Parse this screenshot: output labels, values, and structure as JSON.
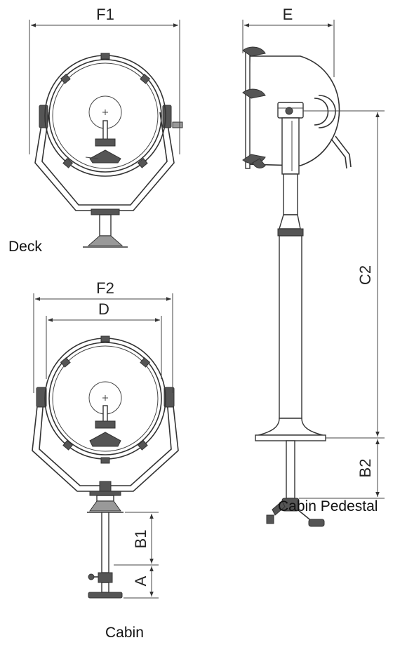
{
  "dimensions": {
    "F1": "F1",
    "E": "E",
    "F2": "F2",
    "D": "D",
    "C2": "C2",
    "B2": "B2",
    "B1": "B1",
    "A": "A"
  },
  "captions": {
    "deck": "Deck",
    "cabin_pedestal": "Cabin Pedestal",
    "cabin": "Cabin"
  },
  "colors": {
    "line": "#333333",
    "background": "#ffffff"
  }
}
